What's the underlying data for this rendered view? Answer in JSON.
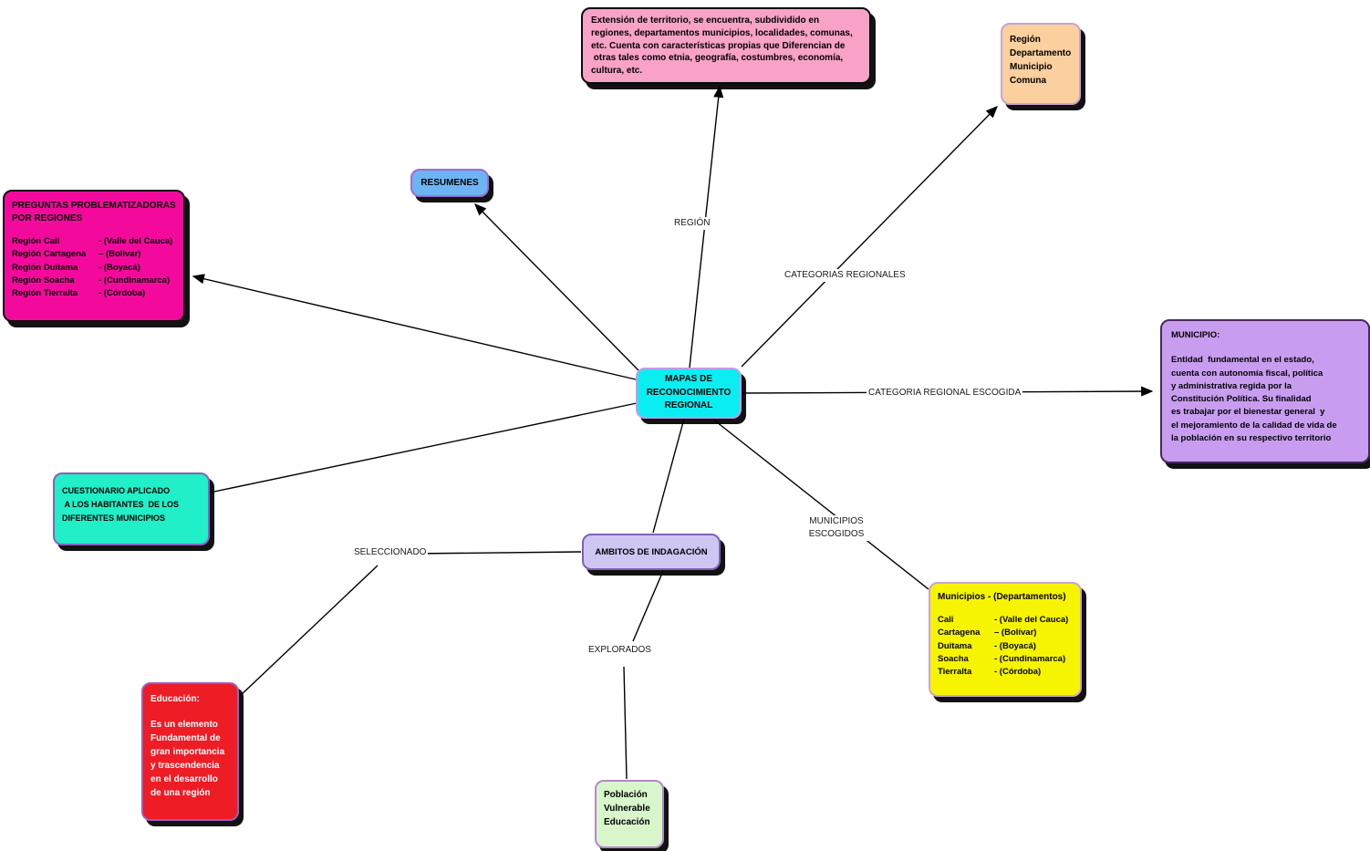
{
  "nodes": {
    "territorio": {
      "text": "Extensión de territorio, se encuentra, subdividido en\nregiones, departamentos municipios, localidades, comunas,\netc. Cuenta con características propias que Diferencian de\n otras tales como etnia, geografía, costumbres, economía,\ncultura, etc.",
      "bg": "#f8a2c8"
    },
    "categorias": {
      "text": "Región\nDepartamento\nMunicipio\nComuna",
      "bg": "#fbcf9e"
    },
    "preguntas": {
      "title": "PREGUNTAS PROBLEMATIZADORAS\nPOR REGIONES",
      "rows": [
        {
          "name": "Región Cali",
          "dept": "- (Valle del Cauca)"
        },
        {
          "name": "Región Cartagena",
          "dept": "– (Bolívar)"
        },
        {
          "name": "Región Duitama",
          "dept": "- (Boyacá)"
        },
        {
          "name": "Región Soacha",
          "dept": "- (Cundinamarca)"
        },
        {
          "name": "Región Tierralta",
          "dept": "- (Córdoba)"
        }
      ],
      "bg": "#f30a9d"
    },
    "resumenes": {
      "label": "RESUMENES",
      "bg": "#6db4f2"
    },
    "central": {
      "label": "MAPAS DE\nRECONOCIMIENTO\nREGIONAL",
      "bg": "#0aeef2"
    },
    "municipio_def": {
      "title": "MUNICIPIO:",
      "text": "Entidad  fundamental en el estado,\ncuenta con autonomía fiscal, política\ny administrativa regida por la\nConstitución Política. Su finalidad\nes trabajar por el bienestar general  y\nel mejoramiento de la calidad de vida de\nla población en su respectivo territorio",
      "bg": "#c89df0"
    },
    "cuestionario": {
      "text": "CUESTIONARIO APLICADO\n A LOS HABITANTES  DE LOS\nDIFERENTES MUNICIPIOS",
      "bg": "#20efc7"
    },
    "ambitos": {
      "label": "AMBITOS DE INDAGACIÓN",
      "bg": "#cdc5f2"
    },
    "municipios_list": {
      "title": "Municipios - (Departamentos)",
      "rows": [
        {
          "name": "Cali",
          "dept": "- (Valle del Cauca)"
        },
        {
          "name": "Cartagena",
          "dept": "– (Bolívar)"
        },
        {
          "name": "Duitama",
          "dept": "- (Boyacá)"
        },
        {
          "name": "Soacha",
          "dept": "- (Cundinamarca)"
        },
        {
          "name": "Tierralta",
          "dept": "- (Córdoba)"
        }
      ],
      "bg": "#f6f400"
    },
    "educacion": {
      "title": "Educación:",
      "text": "Es un elemento\nFundamental de\ngran importancia\ny trascendencia\nen el desarrollo\nde una región",
      "bg": "#ee1c25"
    },
    "poblacion": {
      "text": "Población\nVulnerable\nEducación",
      "bg": "#d9f5cb"
    }
  },
  "edge_labels": {
    "region": "REGIÓN",
    "categorias_regionales": "CATEGORIAS REGIONALES",
    "categoria_regional_escogida": "CATEGORIA  REGIONAL ESCOGIDA",
    "municipios_escogidos": "MUNICIPIOS\nESCOGIDOS",
    "seleccionado": "SELECCIONADO",
    "explorados": "EXPLORADOS"
  }
}
